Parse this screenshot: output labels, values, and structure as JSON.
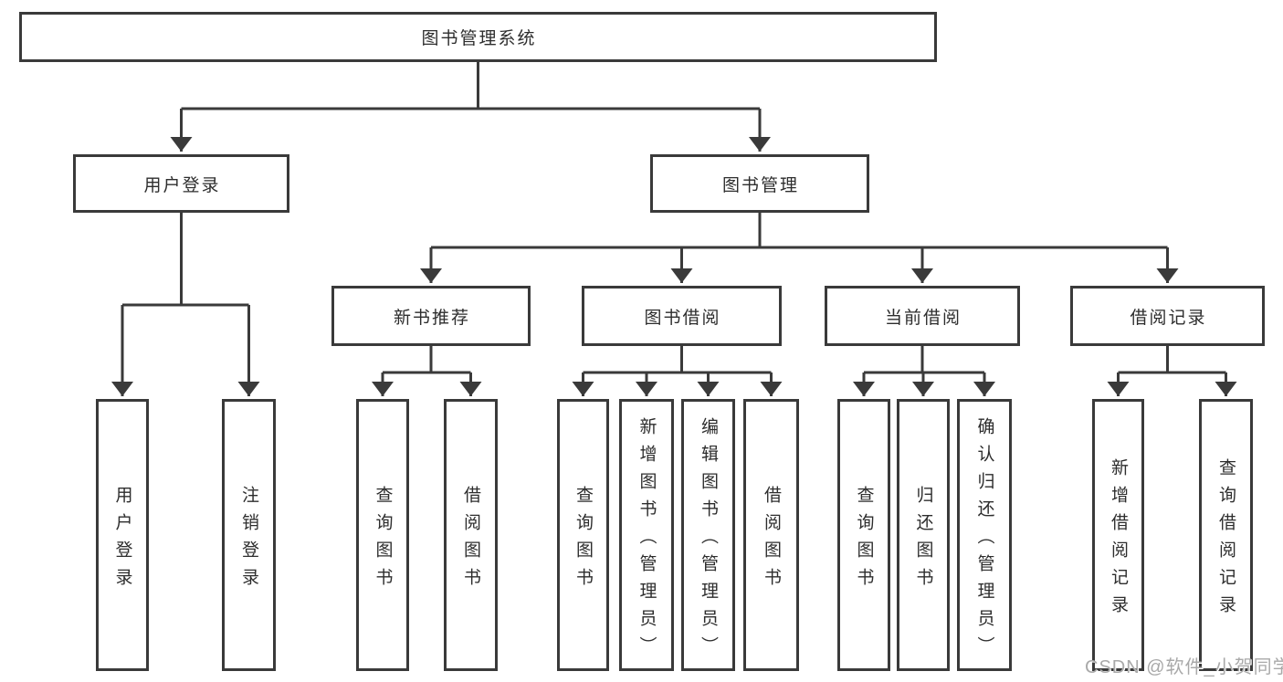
{
  "tree": {
    "root": "图书管理系统",
    "branches": [
      {
        "label": "用户登录",
        "children": [
          "用户登录",
          "注销登录"
        ]
      },
      {
        "label": "图书管理",
        "sections": [
          {
            "label": "新书推荐",
            "children": [
              "查询图书",
              "借阅图书"
            ]
          },
          {
            "label": "图书借阅",
            "children": [
              "查询图书",
              "新增图书（管理员）",
              "编辑图书（管理员）",
              "借阅图书"
            ]
          },
          {
            "label": "当前借阅",
            "children": [
              "查询图书",
              "归还图书",
              "确认归还（管理员）"
            ]
          },
          {
            "label": "借阅记录",
            "children": [
              "新增借阅记录",
              "查询借阅记录"
            ]
          }
        ]
      }
    ]
  },
  "watermark": "CSDN @软件_小贺同学",
  "colors": {
    "line": "#3a3a3a",
    "box_border": "#3a3a3a",
    "box_fill": "#ffffff",
    "text": "#2d2d2d",
    "watermark": "#a9a9a9",
    "background": "#ffffff"
  }
}
